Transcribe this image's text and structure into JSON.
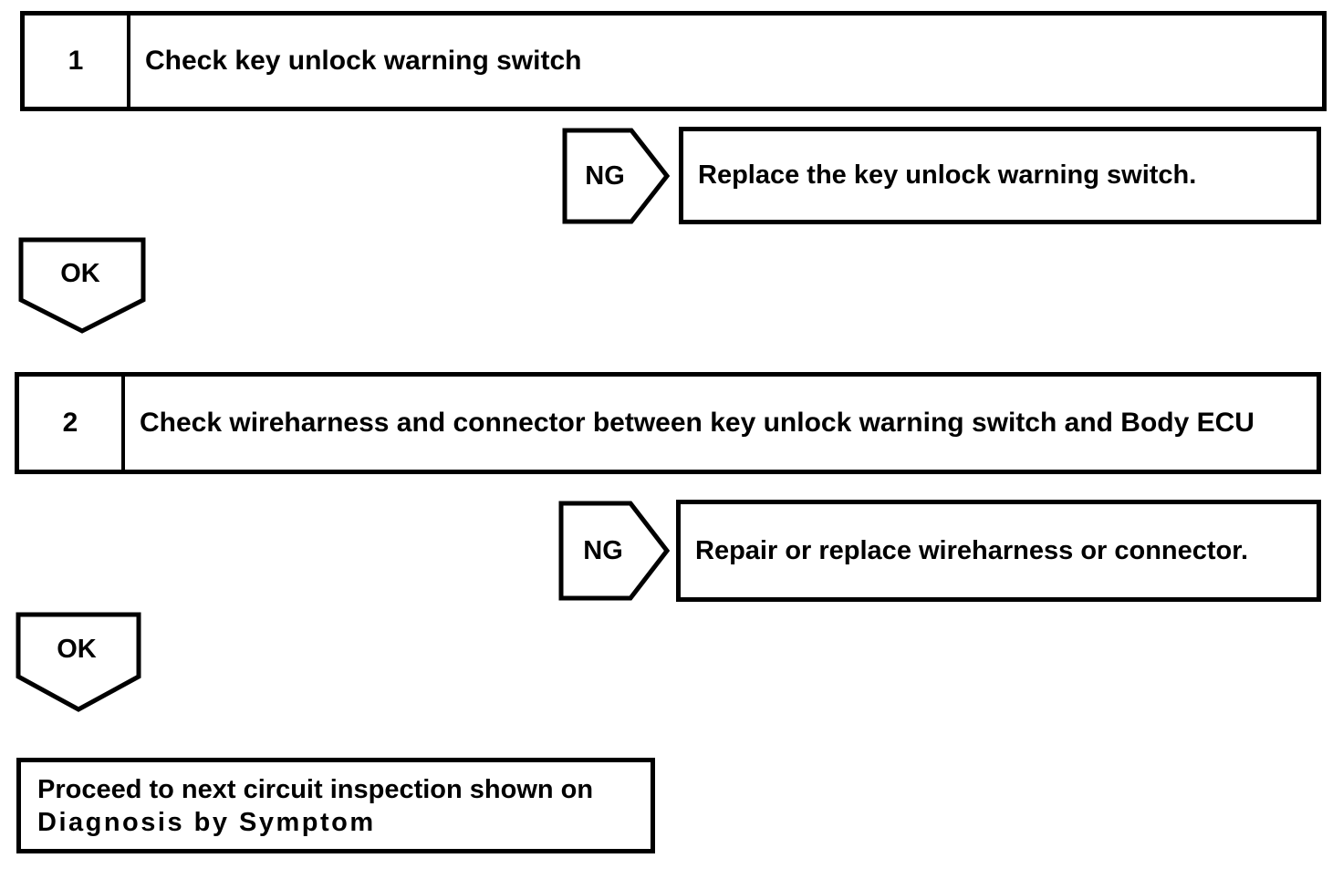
{
  "page": {
    "background": "#ffffff",
    "line_color": "#000000"
  },
  "steps": [
    {
      "number": "1",
      "title": "Check key unlock warning switch"
    },
    {
      "number": "2",
      "title": "Check wireharness and connector between key unlock warning switch and Body ECU"
    }
  ],
  "ng_branches": [
    {
      "label": "NG",
      "action": "Replace the key unlock warning switch."
    },
    {
      "label": "NG",
      "action": "Repair or replace wireharness or connector."
    }
  ],
  "ok_connectors": [
    {
      "label": "OK"
    },
    {
      "label": "OK"
    }
  ],
  "result": {
    "line1": "Proceed to next circuit inspection shown on",
    "line2": "Diagnosis by Symptom"
  }
}
